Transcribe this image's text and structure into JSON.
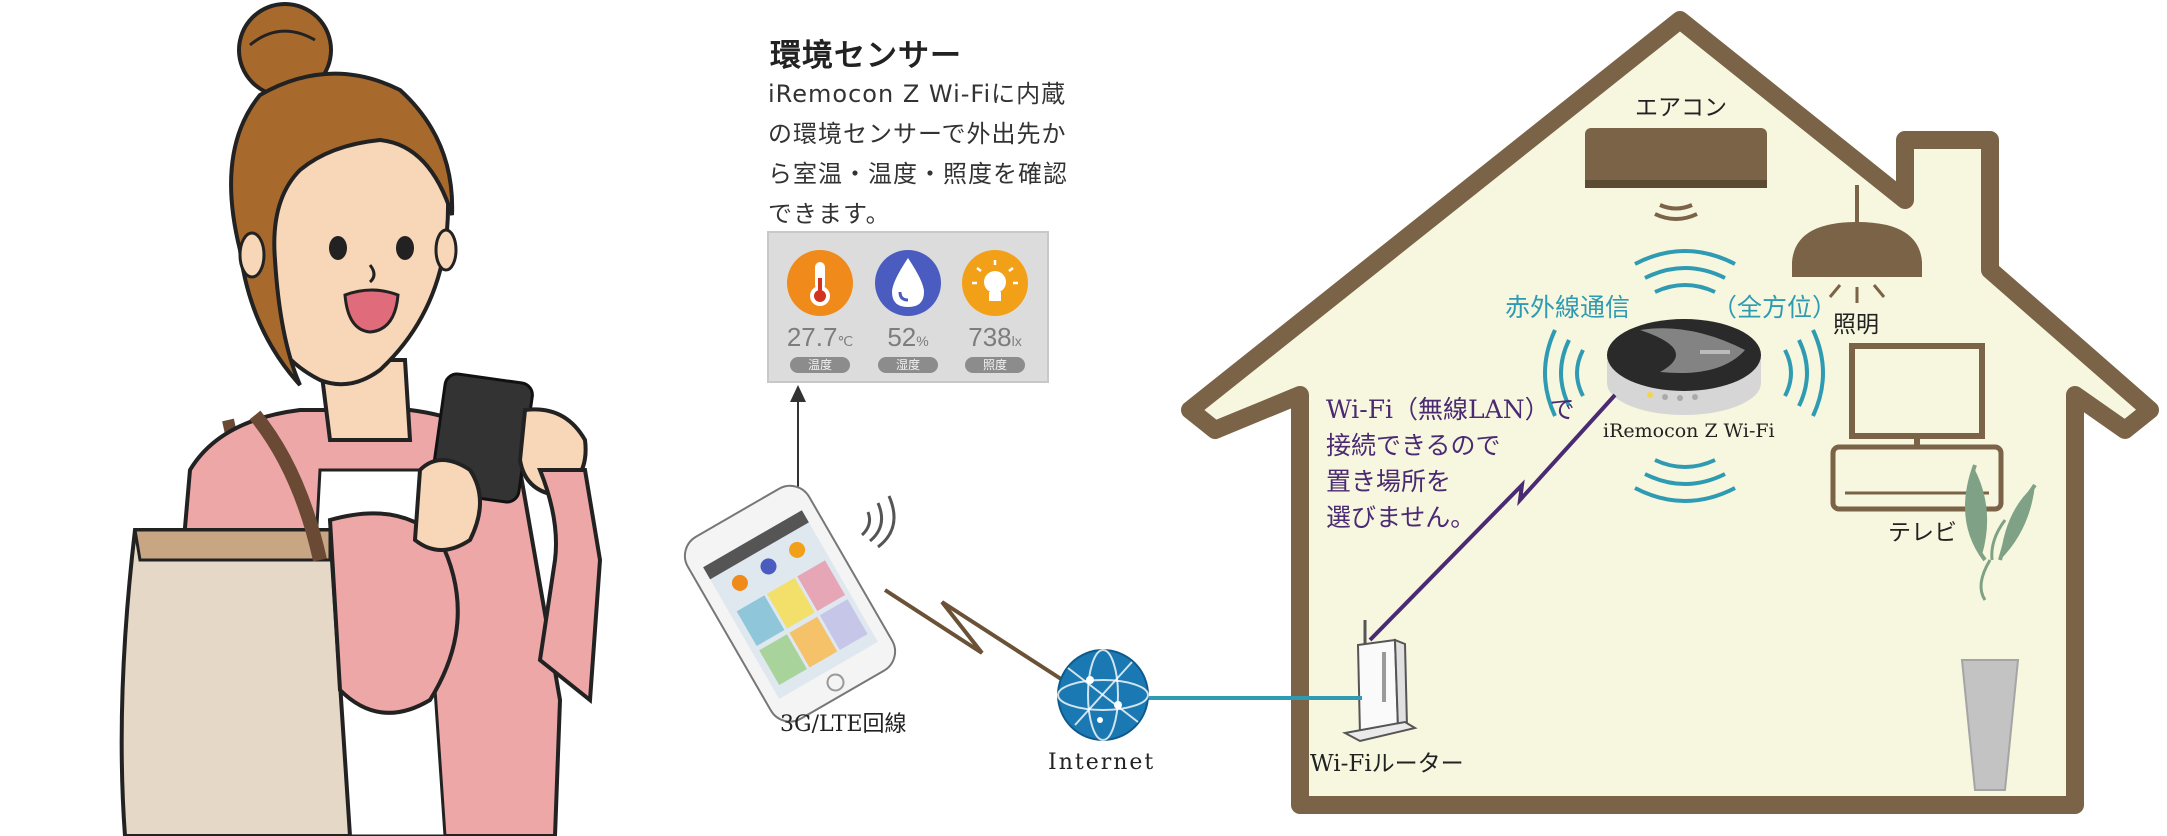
{
  "sensor_panel": {
    "title": "環境センサー",
    "description": "iRemocon Z Wi-Fiに内蔵の環境センサーで外出先から室温・温度・照度を確認できます。",
    "readings": [
      {
        "value": "27.7",
        "unit": "℃",
        "label": "温度",
        "icon": "thermometer-icon",
        "color": "#f08a1a"
      },
      {
        "value": "52",
        "unit": "%",
        "label": "湿度",
        "icon": "water-drop-icon",
        "color": "#4a5cc0"
      },
      {
        "value": "738",
        "unit": "lx",
        "label": "照度",
        "icon": "light-bulb-icon",
        "color": "#f3a019"
      }
    ]
  },
  "labels": {
    "aircon": "エアコン",
    "lighting": "照明",
    "tv": "テレビ",
    "ir_comm": "赤外線通信",
    "omni": "（全方位）",
    "device": "iRemocon Z Wi-Fi",
    "wifi_note": "Wi-Fi（無線LAN）で\n接続できるので\n置き場所を\n選びません。",
    "line_3g": "3G/LTE回線",
    "internet": "Internet",
    "router": "Wi-Fiルーター"
  },
  "colors": {
    "house_fill": "#f7f6df",
    "house_outline": "#7a6347",
    "ir_blue": "#2e9bb3",
    "wifi_purple": "#4a2a73",
    "internet_line": "#2e9bb3",
    "lte_line": "#6b5236"
  }
}
